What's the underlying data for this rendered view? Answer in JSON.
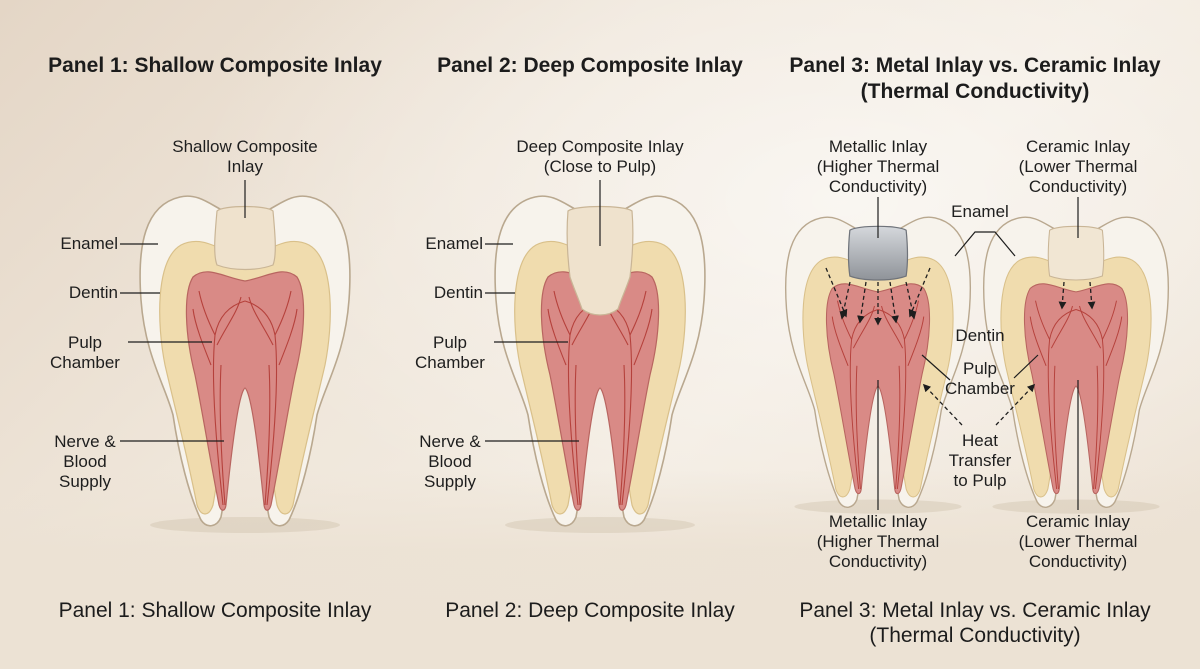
{
  "colors": {
    "enamel": "#f7f3ec",
    "dentin": "#f0dcae",
    "pulp": "#d98a86",
    "nerve": "#b23a34",
    "composite": "#efe2cd",
    "metal": "#a9acb2",
    "text": "#1a1a1a"
  },
  "panel1": {
    "title": "Panel 1: Shallow Composite Inlay",
    "caption": "Panel 1: Shallow Composite Inlay",
    "inlay_label": [
      "Shallow Composite",
      "Inlay"
    ],
    "enamel": "Enamel",
    "dentin": "Dentin",
    "pulp": [
      "Pulp",
      "Chamber"
    ],
    "nerve": [
      "Nerve &",
      "Blood",
      "Supply"
    ]
  },
  "panel2": {
    "title": "Panel 2: Deep Composite Inlay",
    "caption": "Panel 2: Deep Composite Inlay",
    "inlay_label": [
      "Deep Composite Inlay",
      "(Close to Pulp)"
    ],
    "enamel": "Enamel",
    "dentin": "Dentin",
    "pulp": [
      "Pulp",
      "Chamber"
    ],
    "nerve": [
      "Nerve &",
      "Blood",
      "Supply"
    ]
  },
  "panel3": {
    "title": [
      "Panel 3: Metal Inlay vs. Ceramic Inlay",
      "(Thermal Conductivity)"
    ],
    "caption": [
      "Panel 3: Metal Inlay vs. Ceramic Inlay",
      "(Thermal Conductivity)"
    ],
    "metal_top": [
      "Metallic Inlay",
      "(Higher Thermal",
      "Conductivity)"
    ],
    "ceramic_top": [
      "Ceramic Inlay",
      "(Lower Thermal",
      "Conductivity)"
    ],
    "enamel": "Enamel",
    "dentin": "Dentin",
    "pulp": [
      "Pulp",
      "Chamber"
    ],
    "heat": [
      "Heat",
      "Transfer",
      "to Pulp"
    ],
    "metal_bottom": [
      "Metallic Inlay",
      "(Higher Thermal",
      "Conductivity)"
    ],
    "ceramic_bottom": [
      "Ceramic Inlay",
      "(Lower Thermal",
      "Conductivity)"
    ]
  }
}
